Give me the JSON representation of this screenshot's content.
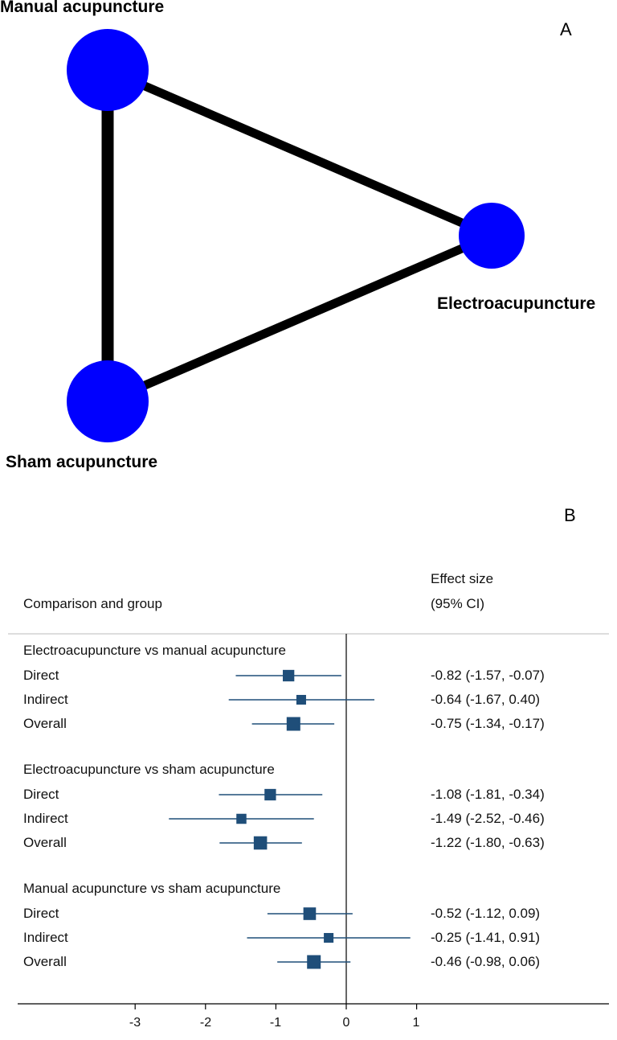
{
  "panels": {
    "network_letter": "A",
    "forest_letter": "B"
  },
  "chart_data": [
    {
      "type": "network",
      "nodes": [
        {
          "id": "manual",
          "label": "Manual acupuncture",
          "size": "large",
          "color": "#0000ff"
        },
        {
          "id": "electro",
          "label": "Electroacupuncture",
          "size": "small",
          "color": "#0000ff"
        },
        {
          "id": "sham",
          "label": "Sham acupuncture",
          "size": "large",
          "color": "#0000ff"
        }
      ],
      "edges": [
        {
          "from": "manual",
          "to": "electro",
          "weight": "thin"
        },
        {
          "from": "manual",
          "to": "sham",
          "weight": "thick"
        },
        {
          "from": "electro",
          "to": "sham",
          "weight": "thin"
        }
      ],
      "edge_color": "#000000"
    },
    {
      "type": "forest",
      "header": {
        "left": "Comparison and group",
        "right_line1": "Effect size",
        "right_line2": "(95% CI)"
      },
      "marker_color": "#1f4e79",
      "xticks": [
        -3,
        -2,
        -1,
        0,
        1
      ],
      "tick_labels": [
        "-3",
        "-2",
        "-1",
        "0",
        "1"
      ],
      "null_line": 0,
      "groups": [
        {
          "title": "Electroacupuncture vs manual acupuncture",
          "rows": [
            {
              "label": "Direct",
              "est": -0.82,
              "lo": -1.57,
              "hi": -0.07,
              "ci_text": "-0.82 (-1.57, -0.07)",
              "weight": 0.7
            },
            {
              "label": "Indirect",
              "est": -0.64,
              "lo": -1.67,
              "hi": 0.4,
              "ci_text": "-0.64 (-1.67, 0.40)",
              "weight": 0.45
            },
            {
              "label": "Overall",
              "est": -0.75,
              "lo": -1.34,
              "hi": -0.17,
              "ci_text": "-0.75 (-1.34, -0.17)",
              "weight": 1.0
            }
          ]
        },
        {
          "title": "Electroacupuncture vs sham acupuncture",
          "rows": [
            {
              "label": "Direct",
              "est": -1.08,
              "lo": -1.81,
              "hi": -0.34,
              "ci_text": "-1.08 (-1.81, -0.34)",
              "weight": 0.7
            },
            {
              "label": "Indirect",
              "est": -1.49,
              "lo": -2.52,
              "hi": -0.46,
              "ci_text": "-1.49 (-2.52, -0.46)",
              "weight": 0.5
            },
            {
              "label": "Overall",
              "est": -1.22,
              "lo": -1.8,
              "hi": -0.63,
              "ci_text": "-1.22 (-1.80, -0.63)",
              "weight": 0.95
            }
          ]
        },
        {
          "title": "Manual acupuncture vs sham acupuncture",
          "rows": [
            {
              "label": "Direct",
              "est": -0.52,
              "lo": -1.12,
              "hi": 0.09,
              "ci_text": "-0.52 (-1.12, 0.09)",
              "weight": 0.85
            },
            {
              "label": "Indirect",
              "est": -0.25,
              "lo": -1.41,
              "hi": 0.91,
              "ci_text": "-0.25 (-1.41, 0.91)",
              "weight": 0.45
            },
            {
              "label": "Overall",
              "est": -0.46,
              "lo": -0.98,
              "hi": 0.06,
              "ci_text": "-0.46 (-0.98, 0.06)",
              "weight": 1.0
            }
          ]
        }
      ]
    }
  ]
}
